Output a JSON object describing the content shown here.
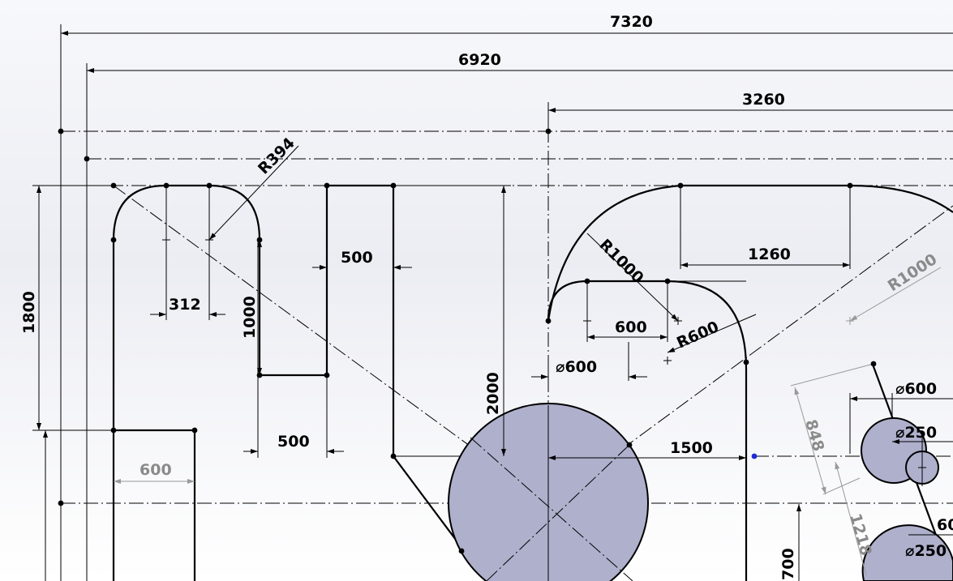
{
  "app": {
    "type": "CAD sketch canvas"
  },
  "dimensions": {
    "d7320": "7320",
    "d6920": "6920",
    "d3260": "3260",
    "r394": "R394",
    "d1800": "1800",
    "d312": "312",
    "d1000": "1000",
    "d500_top": "500",
    "d500_bottom": "500",
    "d600_left": "600",
    "d2000": "2000",
    "r1000_left": "R1000",
    "d1260": "1260",
    "r1000_right": "R1000",
    "d600_mid": "600",
    "r600": "R600",
    "dia600_left": "⌀600",
    "d1500": "1500",
    "dia600_right": "⌀600",
    "dia250_top": "⌀250",
    "d848": "848",
    "d1218": "1218",
    "d700": "700",
    "d60_cut": "60",
    "dia250_bottom": "⌀250"
  },
  "colors": {
    "background_top": "#f2f3f8",
    "background_bottom": "#ffffff",
    "disk_fill": "#aeb0cc",
    "point_blue": "#1f2ad6",
    "inactive_dimension": "#8a8a8a"
  }
}
